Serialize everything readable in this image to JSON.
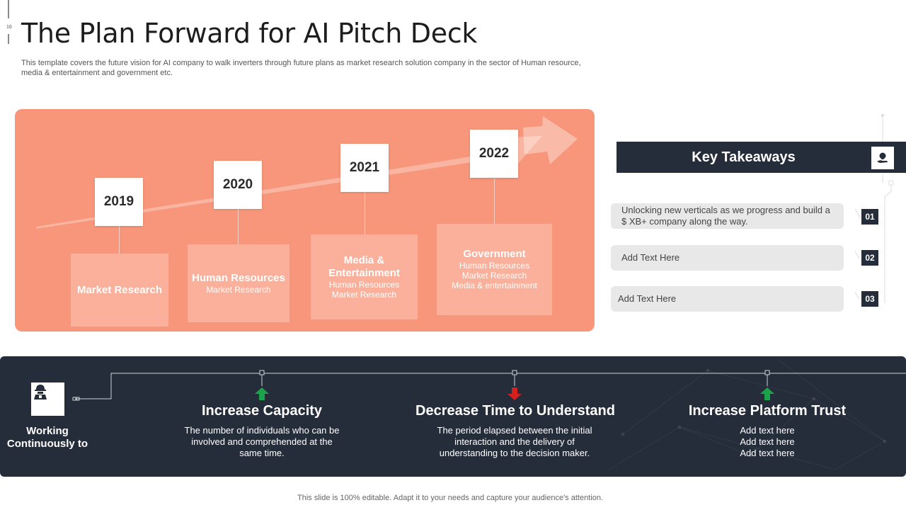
{
  "page_number": "16",
  "title": "The Plan Forward for AI Pitch Deck",
  "subtitle": "This template covers the future vision for AI  company to walk inverters through future plans as market research solution company in the sector of Human resource, media & entertainment and government etc.",
  "timeline": [
    {
      "year": "2019",
      "category": "Market Research",
      "details": []
    },
    {
      "year": "2020",
      "category": "Human Resources",
      "details": [
        "Market Research"
      ]
    },
    {
      "year": "2021",
      "category": "Media & Entertainment",
      "details": [
        "Human Resources",
        "Market Research"
      ]
    },
    {
      "year": "2022",
      "category": "Government",
      "details": [
        "Human Resources",
        "Market Research",
        "Media & entertainment"
      ]
    }
  ],
  "key_takeaways": {
    "title": "Key Takeaways",
    "icon": "hand-holding-idea-icon",
    "items": [
      {
        "number": "01",
        "text": "Unlocking new verticals as we progress and build a $ XB+ company along the way."
      },
      {
        "number": "02",
        "text": "Add Text Here"
      },
      {
        "number": "03",
        "text": "Add Text Here"
      }
    ]
  },
  "bottom": {
    "icon": "worker-icon",
    "label": "Working Continuously to",
    "goals": [
      {
        "title": "Increase Capacity",
        "description": "The number of individuals who can be involved  and comprehended  at the same time.",
        "direction": "up",
        "arrow_color": "#1aa34a"
      },
      {
        "title": "Decrease Time to Understand",
        "description": "The period elapsed between the initial interaction and the delivery  of understanding to the decision maker.",
        "direction": "down",
        "arrow_color": "#d61f1f"
      },
      {
        "title": "Increase Platform Trust",
        "description": "Add text here Add text here Add text here",
        "direction": "up",
        "arrow_color": "#1aa34a"
      }
    ]
  },
  "footer": "This slide is 100% editable.  Adapt it to your needs and capture your audience's attention.",
  "colors": {
    "accent": "#f7967a",
    "accent_light": "#fab09a",
    "dark": "#262d3a",
    "up_arrow": "#1aa34a",
    "down_arrow": "#d61f1f"
  }
}
